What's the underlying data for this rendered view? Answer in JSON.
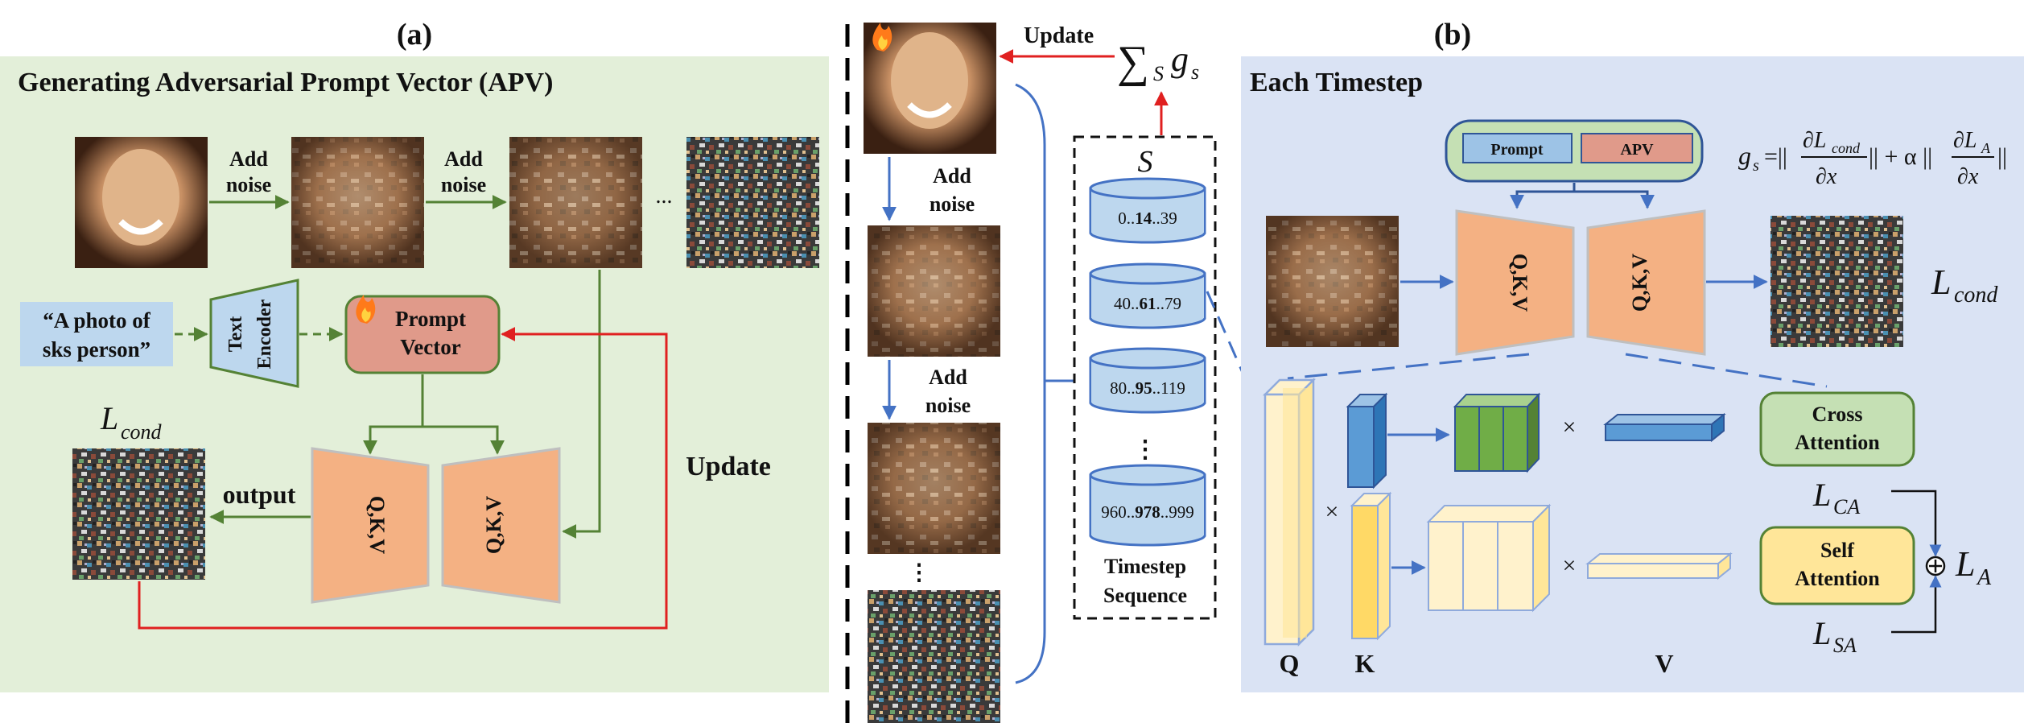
{
  "panel_a": {
    "label": "(a)",
    "title": "Generating Adversarial Prompt Vector (APV)",
    "add_noise_1a": "Add",
    "add_noise_1b": "noise",
    "add_noise_2a": "Add",
    "add_noise_2b": "noise",
    "ellipsis": "...",
    "text_input_1": "“A photo of",
    "text_input_2": "sks person”",
    "text_encoder_1": "Text",
    "text_encoder_2": "Encoder",
    "prompt_vector_1": "Prompt",
    "prompt_vector_2": "Vector",
    "l_cond_main": "L",
    "l_cond_sub": "cond",
    "output_label": "output",
    "qkv_left": "Q,K,V",
    "qkv_right": "Q,K,V",
    "update_label": "Update"
  },
  "middle": {
    "update_label": "Update",
    "sum_symbol": "∑",
    "sum_sub": "S",
    "sum_g": "g",
    "sum_g_sub": "s",
    "add_noise_1a": "Add",
    "add_noise_1b": "noise",
    "add_noise_2a": "Add",
    "add_noise_2b": "noise",
    "vdots": "⋮",
    "s_label": "S",
    "cylinders": [
      {
        "pre": "0..",
        "bold": "14",
        "post": "..39"
      },
      {
        "pre": "40..",
        "bold": "61",
        "post": "..79"
      },
      {
        "pre": "80..",
        "bold": "95",
        "post": "..119"
      },
      {
        "pre": "960..",
        "bold": "978",
        "post": "..999"
      }
    ],
    "cyl_dots": "⋮",
    "timestep_1": "Timestep",
    "timestep_2": "Sequence"
  },
  "panel_b": {
    "label": "(b)",
    "title": "Each Timestep",
    "prompt_label": "Prompt",
    "apv_label": "APV",
    "formula": {
      "g": "g",
      "g_sub": "s",
      "eq": "=||",
      "num1": "∂L",
      "num1_sub": "cond",
      "den1": "∂x",
      "mid": "|| + α ||",
      "num2": "∂L",
      "num2_sub": "A",
      "den2": "∂x",
      "end": "||"
    },
    "qkv_left": "Q,K,V",
    "qkv_right": "Q,K,V",
    "l_cond_main": "L",
    "l_cond_sub": "cond",
    "cross_1": "Cross",
    "cross_2": "Attention",
    "self_1": "Self",
    "self_2": "Attention",
    "l_ca_main": "L",
    "l_ca_sub": "CA",
    "l_sa_main": "L",
    "l_sa_sub": "SA",
    "l_a_main": "L",
    "l_a_sub": "A",
    "times_1": "×",
    "times_2": "×",
    "times_3": "×",
    "q_label": "Q",
    "k_label": "K",
    "v_label": "V"
  },
  "colors": {
    "panel_a_bg": "#e3efd9",
    "panel_b_bg": "#dae3f4",
    "green_arrow": "#548235",
    "red_arrow": "#e02020",
    "blue_arrow": "#4472c4",
    "qkv_fill": "#f4b183",
    "prompt_vector_fill": "#e09a8a",
    "text_input_fill": "#bdd7ee",
    "cross_fill": "#c5e0b4",
    "self_fill": "#ffe699"
  }
}
